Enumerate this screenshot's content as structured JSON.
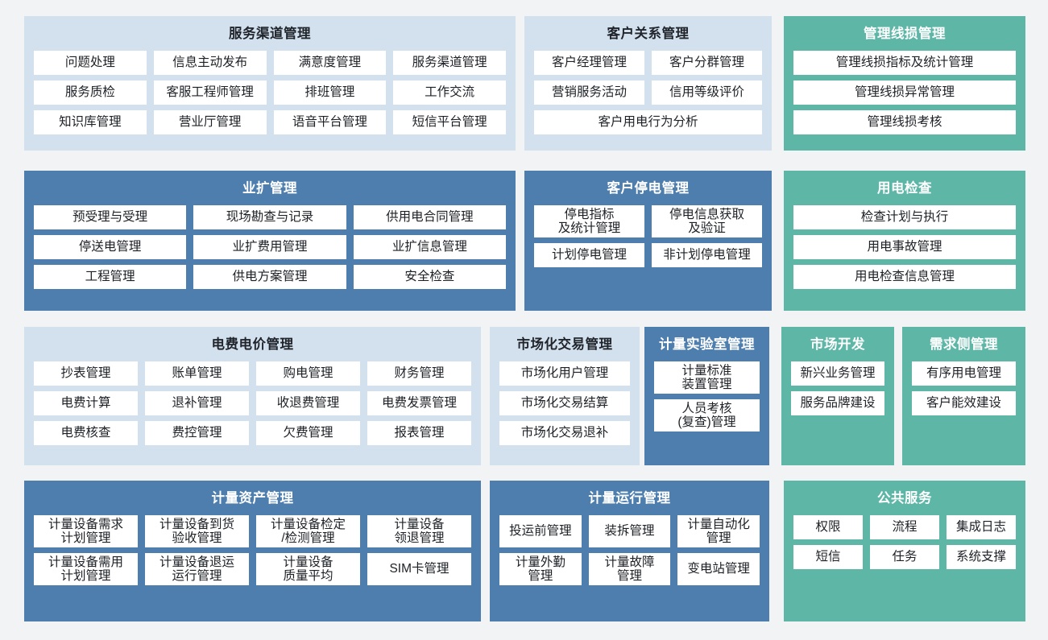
{
  "colors": {
    "background": "#f2f3f5",
    "panel_light_blue": "#d3e1ef",
    "panel_dark_blue": "#4e7eae",
    "panel_green": "#5eb6a6",
    "cell_bg": "#ffffff",
    "title_dark": "#21252b",
    "title_light": "#ffffff"
  },
  "rows": [
    {
      "panels": [
        {
          "title": "服务渠道管理",
          "style": "blue-lt",
          "cells": [
            "问题处理",
            "信息主动发布",
            "满意度管理",
            "服务渠道管理",
            "服务质检",
            "客服工程师管理",
            "排班管理",
            "工作交流",
            "知识库管理",
            "营业厅管理",
            "语音平台管理",
            "短信平台管理"
          ]
        },
        {
          "title": "客户关系管理",
          "style": "blue-lt",
          "cells": [
            "客户经理管理",
            "客户分群管理",
            "营销服务活动",
            "信用等级评价",
            "客户用电行为分析"
          ]
        },
        {
          "title": "管理线损管理",
          "style": "green",
          "cells": [
            "管理线损指标及统计管理",
            "管理线损异常管理",
            "管理线损考核"
          ]
        }
      ]
    },
    {
      "panels": [
        {
          "title": "业扩管理",
          "style": "blue-dk",
          "cells": [
            "预受理与受理",
            "现场勘查与记录",
            "供用电合同管理",
            "停送电管理",
            "业扩费用管理",
            "业扩信息管理",
            "工程管理",
            "供电方案管理",
            "安全检查"
          ]
        },
        {
          "title": "客户停电管理",
          "style": "blue-dk",
          "cells": [
            "停电指标\n及统计管理",
            "停电信息获取\n及验证",
            "计划停电管理",
            "非计划停电管理"
          ]
        },
        {
          "title": "用电检查",
          "style": "green",
          "cells": [
            "检查计划与执行",
            "用电事故管理",
            "用电检查信息管理"
          ]
        }
      ]
    },
    {
      "panels": [
        {
          "title": "电费电价管理",
          "style": "blue-lt",
          "cells": [
            "抄表管理",
            "账单管理",
            "购电管理",
            "财务管理",
            "电费计算",
            "退补管理",
            "收退费管理",
            "电费发票管理",
            "电费核查",
            "费控管理",
            "欠费管理",
            "报表管理"
          ]
        },
        {
          "title": "市场化交易管理",
          "style": "blue-lt",
          "cells": [
            "市场化用户管理",
            "市场化交易结算",
            "市场化交易退补"
          ]
        },
        {
          "title": "计量实验室管理",
          "style": "blue-dk",
          "cells": [
            "计量标准\n装置管理",
            "人员考核\n(复查)管理"
          ]
        },
        {
          "title": "市场开发",
          "style": "green",
          "cells": [
            "新兴业务管理",
            "服务品牌建设"
          ]
        },
        {
          "title": "需求侧管理",
          "style": "green",
          "cells": [
            "有序用电管理",
            "客户能效建设"
          ]
        }
      ]
    },
    {
      "panels": [
        {
          "title": "计量资产管理",
          "style": "blue-dk",
          "cells": [
            "计量设备需求\n计划管理",
            "计量设备到货\n验收管理",
            "计量设备检定\n/检测管理",
            "计量设备\n领退管理",
            "计量设备需用\n计划管理",
            "计量设备退运\n运行管理",
            "计量设备\n质量平均",
            "SIM卡管理"
          ]
        },
        {
          "title": "计量运行管理",
          "style": "blue-dk",
          "cells": [
            "投运前管理",
            "装拆管理",
            "计量自动化\n管理",
            "计量外勤\n管理",
            "计量故障\n管理",
            "变电站管理"
          ]
        },
        {
          "title": "公共服务",
          "style": "green",
          "cells": [
            "权限",
            "流程",
            "集成日志",
            "短信",
            "任务",
            "系统支撑"
          ]
        }
      ]
    }
  ]
}
